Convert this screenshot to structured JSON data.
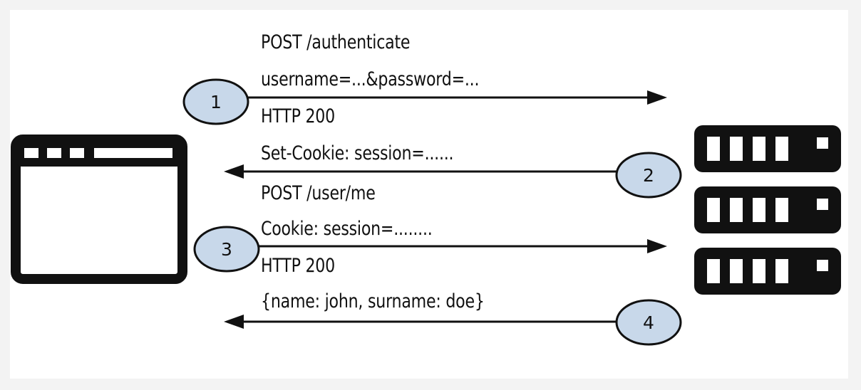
{
  "messages": [
    {
      "step": "1",
      "direction": "request",
      "lines": [
        "POST /authenticate",
        "username=...&password=..."
      ]
    },
    {
      "step": "2",
      "direction": "response",
      "lines": [
        "HTTP 200",
        "Set-Cookie: session=......"
      ]
    },
    {
      "step": "3",
      "direction": "request",
      "lines": [
        "POST /user/me",
        "Cookie: session=........"
      ]
    },
    {
      "step": "4",
      "direction": "response",
      "lines": [
        "HTTP 200",
        "{name: john, surname: doe}"
      ]
    }
  ],
  "colors": {
    "step_circle_fill": "#c8d8ea",
    "line": "#111111",
    "icon": "#111111"
  },
  "icons": {
    "client": "browser-window-icon",
    "server": "server-rack-icon"
  }
}
